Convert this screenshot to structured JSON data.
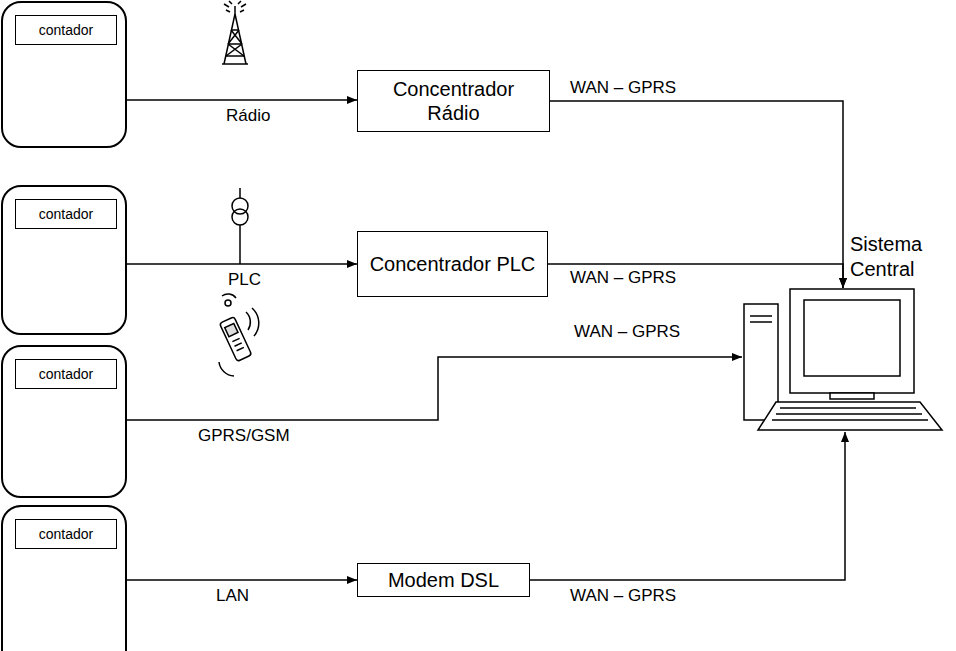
{
  "diagram": {
    "nodes": [
      {
        "text": [
          "contador"
        ]
      },
      {
        "text": [
          "Concentrador Rádio"
        ]
      },
      {
        "text": [
          "contador"
        ]
      },
      {
        "text": [
          "Concentrador PLC"
        ]
      },
      {
        "text": [
          "contador"
        ]
      },
      {
        "text": [
          "contador"
        ]
      },
      {
        "text": [
          "Modem DSL"
        ]
      },
      {
        "text": [
          "Sistema Central"
        ]
      }
    ],
    "edges": [
      {
        "from": 0,
        "to": 1,
        "arrow": "to",
        "label": "Rádio"
      },
      {
        "from": 1,
        "to": 7,
        "arrow": "to",
        "label": "WAN – GPRS"
      },
      {
        "from": 2,
        "to": 3,
        "arrow": "to",
        "label": "PLC"
      },
      {
        "from": 3,
        "to": 7,
        "arrow": "to",
        "label": "WAN – GPRS"
      },
      {
        "from": 4,
        "to": 7,
        "arrow": "to",
        "label": "WAN – GPRS"
      },
      {
        "from": 5,
        "to": 6,
        "arrow": "to",
        "label": "LAN"
      },
      {
        "from": 6,
        "to": 7,
        "arrow": "to",
        "label": "WAN – GPRS"
      }
    ],
    "labels": [
      "GPRS/GSM"
    ]
  }
}
